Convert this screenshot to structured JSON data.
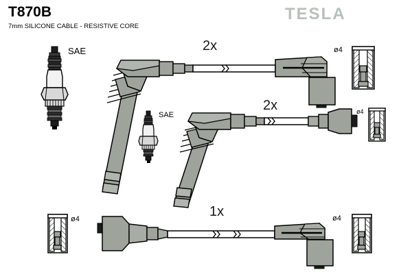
{
  "document": {
    "title": "T870B",
    "subtitle": "7mm SILICONE CABLE - RESISTIVE CORE",
    "brand": "TESLA",
    "background_color": "#ffffff"
  },
  "colors": {
    "part_fill": "#9ea49c",
    "part_fill_light": "#b0b5ae",
    "part_fill_dark": "#8d928b",
    "outline": "#000000",
    "brand_gray": "#b9bfb9",
    "text": "#000000"
  },
  "labels": {
    "sae_top": "SAE",
    "sae_middle": "SAE",
    "diameter_top_right": "ø4",
    "diameter_middle_right": "ø4",
    "diameter_bottom_left": "ø4",
    "diameter_bottom_right": "ø4",
    "qty_top": "2x",
    "qty_middle": "2x",
    "qty_bottom": "1x"
  },
  "assemblies": [
    {
      "id": "top-cable",
      "quantity": "2x",
      "left_end": "angled-spark-plug-boot",
      "right_end": "right-angle-distributor-connector",
      "terminal_label": "ø4"
    },
    {
      "id": "middle-cable",
      "quantity": "2x",
      "left_end": "angled-spark-plug-boot",
      "right_end": "straight-distributor-connector",
      "terminal_label": "ø4"
    },
    {
      "id": "bottom-cable",
      "quantity": "1x",
      "left_end": "straight-coil-connector",
      "right_end": "right-angle-distributor-connector",
      "terminal_label": "ø4"
    }
  ],
  "spark_plugs": [
    {
      "id": "spark-plug-top",
      "label": "SAE"
    },
    {
      "id": "spark-plug-middle",
      "label": "SAE"
    }
  ],
  "terminals": [
    {
      "id": "terminal-top-right",
      "label": "ø4"
    },
    {
      "id": "terminal-middle-right",
      "label": "ø4"
    },
    {
      "id": "terminal-bottom-left",
      "label": "ø4"
    },
    {
      "id": "terminal-bottom-right",
      "label": "ø4"
    }
  ]
}
